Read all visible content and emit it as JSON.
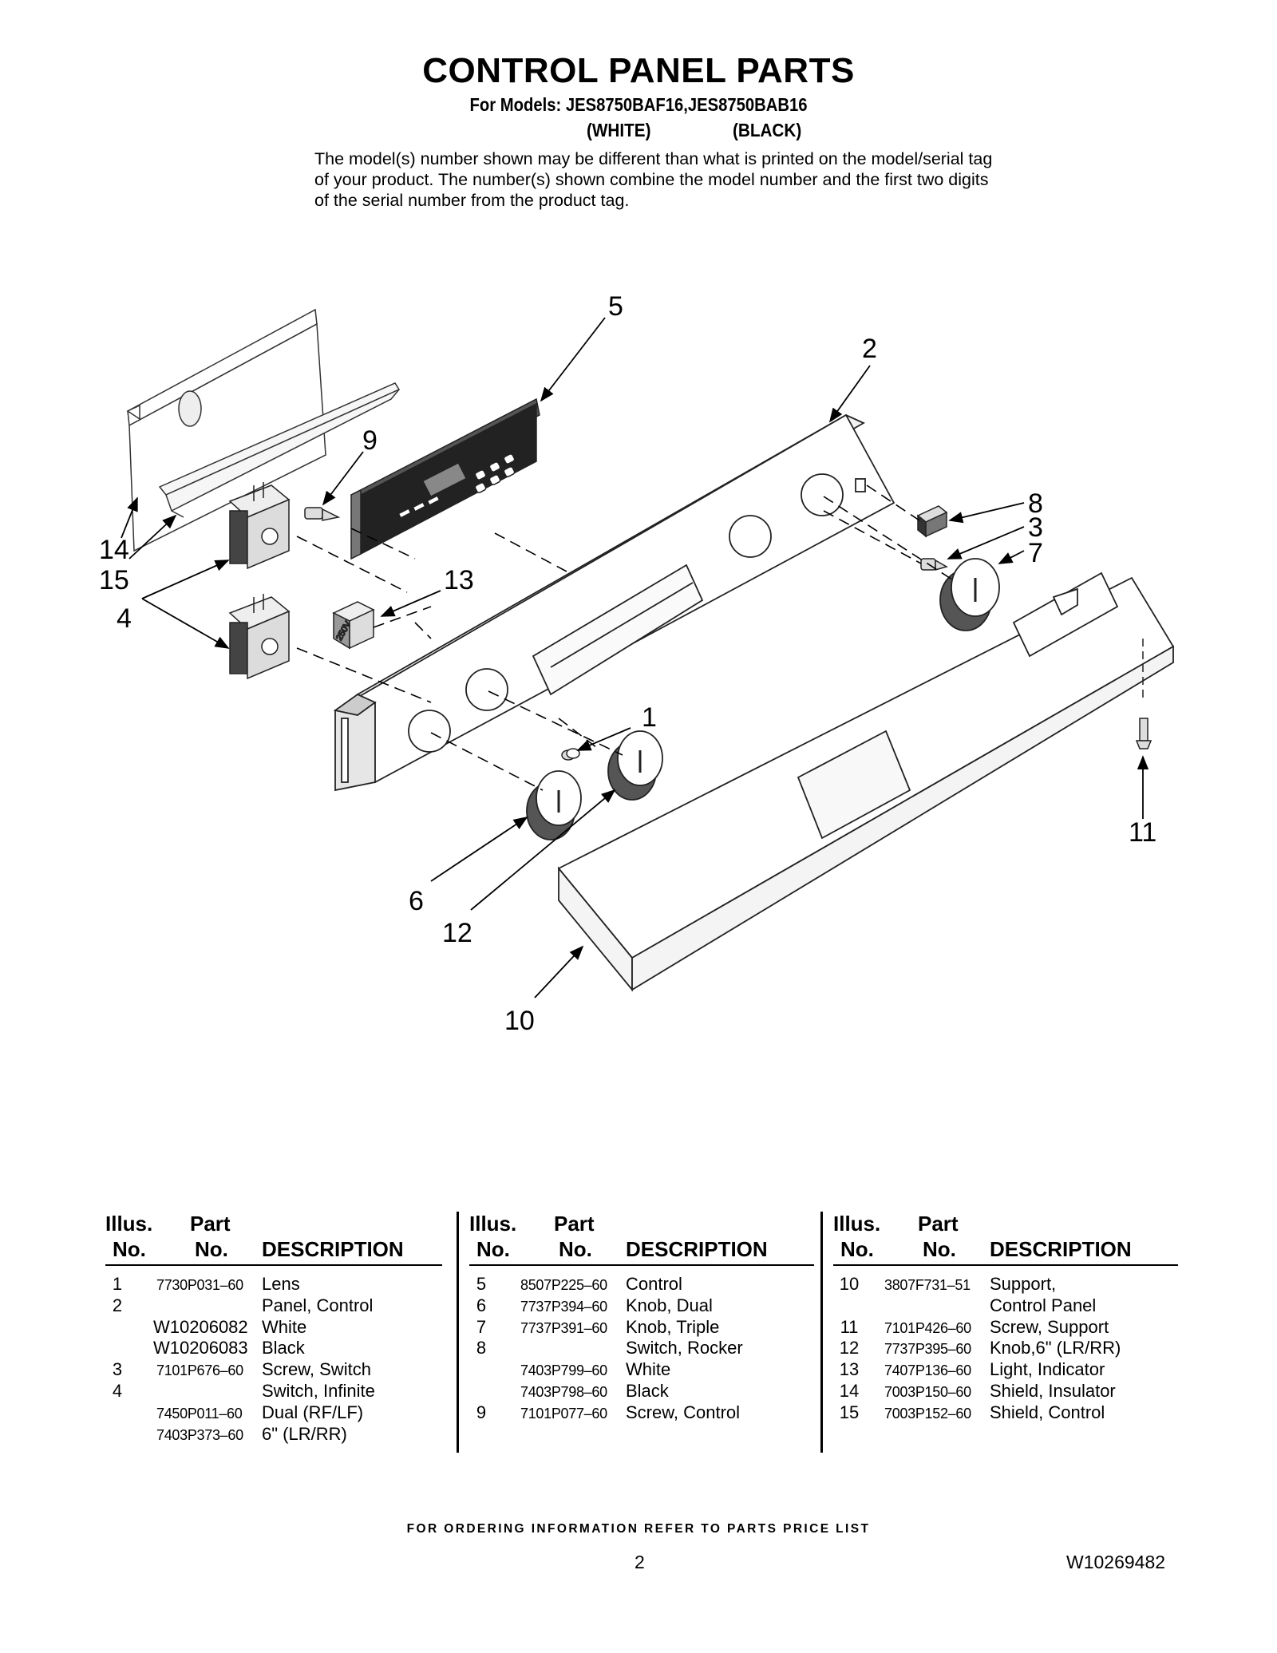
{
  "header": {
    "title": "CONTROL PANEL PARTS",
    "subtitle": "For Models: JES8750BAF16,JES8750BAB16",
    "variant_white": "(WHITE)",
    "variant_black": "(BLACK)",
    "note": "The model(s) number shown may be different than what is printed on the model/serial tag of your product. The number(s) shown combine the model number and the first two digits of the serial number from the product tag."
  },
  "diagram": {
    "callouts": [
      "1",
      "2",
      "3",
      "4",
      "5",
      "6",
      "7",
      "8",
      "9",
      "10",
      "11",
      "12",
      "13",
      "14",
      "15"
    ],
    "panel_label": "250V"
  },
  "table": {
    "headers": {
      "illus": "Illus.",
      "no": "No.",
      "part": "Part",
      "part_no": "No.",
      "description": "DESCRIPTION"
    },
    "col1": [
      {
        "n": "1",
        "p": "7730P031–60",
        "d": "Lens"
      },
      {
        "n": "2",
        "p": "",
        "d": "Panel, Control"
      },
      {
        "n": "",
        "p": "W10206082",
        "d": "White"
      },
      {
        "n": "",
        "p": "W10206083",
        "d": "Black"
      },
      {
        "n": "3",
        "p": "7101P676–60",
        "d": "Screw, Switch"
      },
      {
        "n": "4",
        "p": "",
        "d": "Switch, Infinite"
      },
      {
        "n": "",
        "p": "7450P011–60",
        "d": "Dual (RF/LF)"
      },
      {
        "n": "",
        "p": "7403P373–60",
        "d": "6\" (LR/RR)"
      }
    ],
    "col2": [
      {
        "n": "5",
        "p": "8507P225–60",
        "d": "Control"
      },
      {
        "n": "6",
        "p": "7737P394–60",
        "d": "Knob, Dual"
      },
      {
        "n": "7",
        "p": "7737P391–60",
        "d": "Knob, Triple"
      },
      {
        "n": "8",
        "p": "",
        "d": "Switch, Rocker"
      },
      {
        "n": "",
        "p": "7403P799–60",
        "d": "White"
      },
      {
        "n": "",
        "p": "7403P798–60",
        "d": "Black"
      },
      {
        "n": "9",
        "p": "7101P077–60",
        "d": "Screw, Control"
      }
    ],
    "col3": [
      {
        "n": "10",
        "p": "3807F731–51",
        "d": "Support,"
      },
      {
        "n": "",
        "p": "",
        "d": "Control Panel"
      },
      {
        "n": "11",
        "p": "7101P426–60",
        "d": "Screw, Support"
      },
      {
        "n": "12",
        "p": "7737P395–60",
        "d": "Knob,6\" (LR/RR)"
      },
      {
        "n": "13",
        "p": "7407P136–60",
        "d": "Light, Indicator"
      },
      {
        "n": "14",
        "p": "7003P150–60",
        "d": "Shield, Insulator"
      },
      {
        "n": "15",
        "p": "7003P152–60",
        "d": "Shield, Control"
      }
    ]
  },
  "footer": {
    "ordering_note": "FOR ORDERING INFORMATION REFER TO PARTS PRICE LIST",
    "page_number": "2",
    "document_number": "W10269482"
  }
}
